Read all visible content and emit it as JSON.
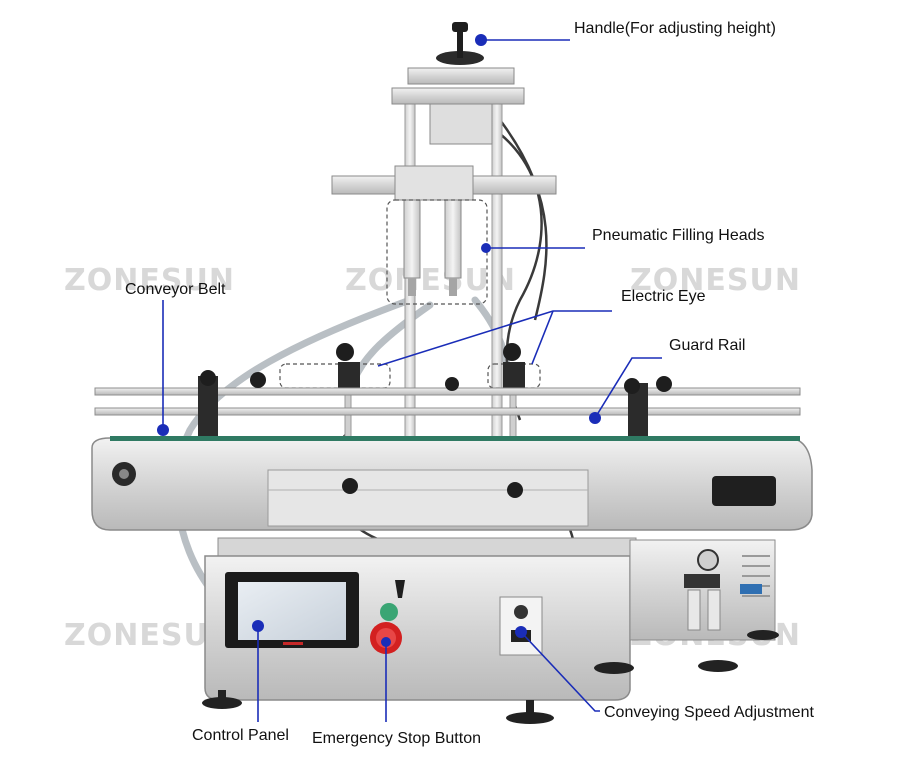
{
  "watermark": "ZONESUN",
  "accent_color": "#1a2db8",
  "callouts": {
    "handle": "Handle(For adjusting height)",
    "filling_heads": "Pneumatic Filling Heads",
    "conveyor_belt": "Conveyor Belt",
    "electric_eye": "Electric Eye",
    "guard_rail": "Guard Rail",
    "control_panel": "Control Panel",
    "emergency_stop": "Emergency Stop Button",
    "speed_adjust": "Conveying Speed Adjustment"
  }
}
